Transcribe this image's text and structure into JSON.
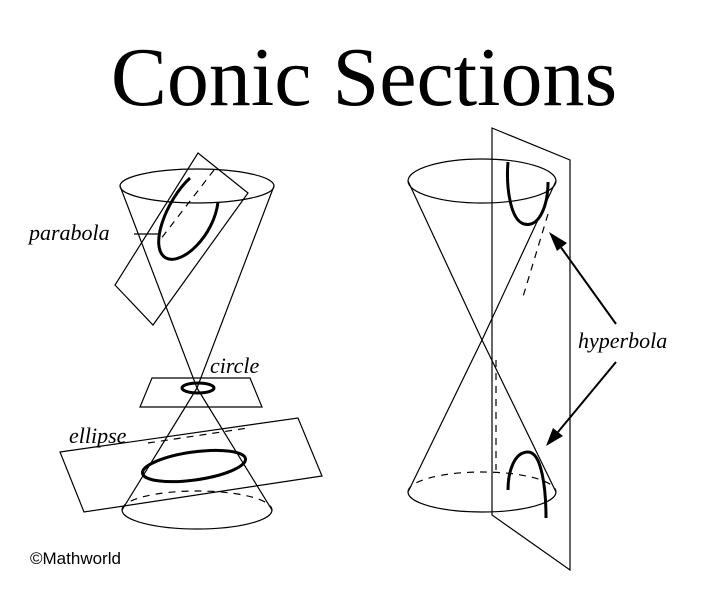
{
  "title": "Conic Sections",
  "credit": "©Mathworld",
  "labels": {
    "parabola": "parabola",
    "circle": "circle",
    "ellipse": "ellipse",
    "hyperbola": "hyperbola"
  }
}
